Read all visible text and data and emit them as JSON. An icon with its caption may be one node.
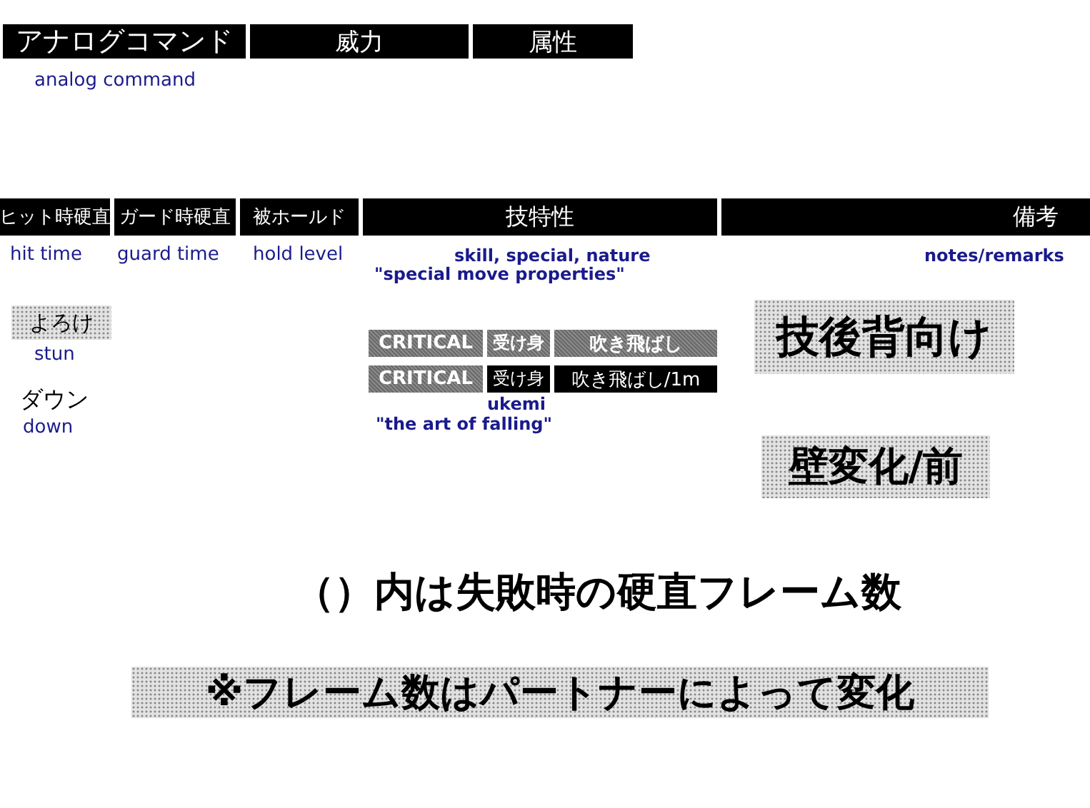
{
  "diagram": {
    "nodes": [
      {
        "text": [
          "アナログコマンド"
        ]
      },
      {
        "text": [
          "威力"
        ]
      },
      {
        "text": [
          "属性"
        ]
      },
      {
        "text": [
          "ヒット時硬直"
        ]
      },
      {
        "text": [
          "ガード時硬直"
        ]
      },
      {
        "text": [
          "被ホールド"
        ]
      },
      {
        "text": [
          "技特性"
        ]
      },
      {
        "text": [
          "備考"
        ]
      },
      {
        "text": [
          "よろけ"
        ]
      },
      {
        "text": [
          "CRITICAL"
        ]
      },
      {
        "text": [
          "受け身"
        ]
      },
      {
        "text": [
          "吹き飛ばし"
        ]
      },
      {
        "text": [
          "技後背向け"
        ]
      },
      {
        "text": [
          "CRITICAL"
        ]
      },
      {
        "text": [
          "受け身"
        ]
      },
      {
        "text": [
          "吹き飛ばし/1m"
        ]
      },
      {
        "text": [
          "壁変化/前"
        ]
      },
      {
        "text": [
          "※フレーム数はパートナーによって変化"
        ]
      }
    ],
    "labels": [
      "analog command",
      "hit time",
      "guard time",
      "hold level",
      "skill, special, nature",
      "\"special move properties\"",
      "notes/remarks",
      "stun",
      "ダウン",
      "down",
      "ukemi",
      "\"the art of falling\"",
      "（）内は失敗時の硬直フレーム数"
    ]
  }
}
